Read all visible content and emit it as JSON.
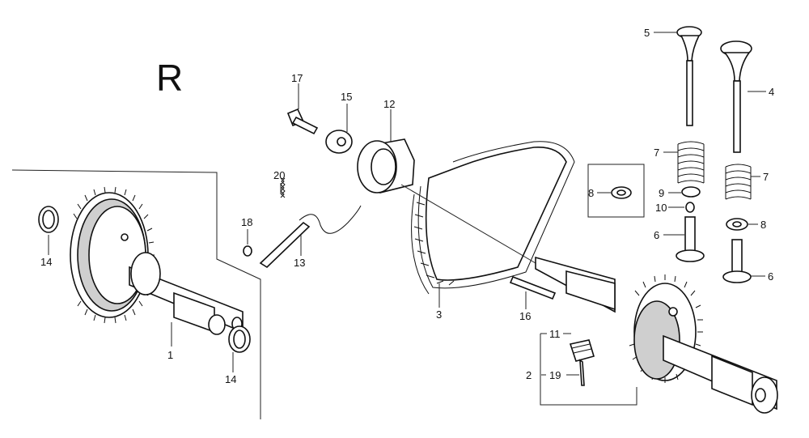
{
  "section_label": "R",
  "callouts": {
    "p1": "1",
    "p2": "2",
    "p3": "3",
    "p4": "4",
    "p5": "5",
    "p6a": "6",
    "p6b": "6",
    "p7a": "7",
    "p7b": "7",
    "p8a": "8",
    "p8b": "8",
    "p9": "9",
    "p10": "10",
    "p11": "11",
    "p12": "12",
    "p13": "13",
    "p14a": "14",
    "p14b": "14",
    "p15": "15",
    "p16": "16",
    "p17": "17",
    "p18": "18",
    "p19": "19",
    "p20": "20"
  },
  "colors": {
    "ink": "#111111",
    "paper": "#ffffff"
  }
}
